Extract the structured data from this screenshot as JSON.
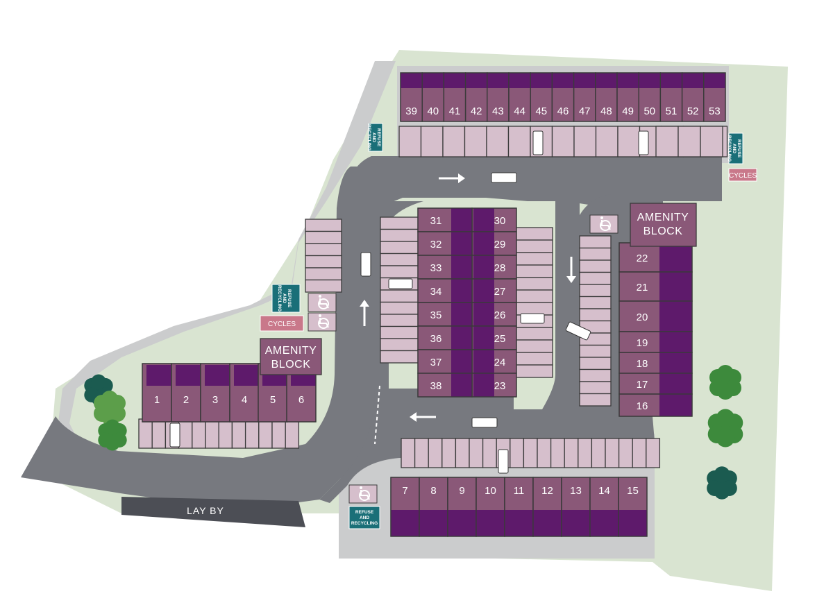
{
  "map": {
    "plots": [
      {
        "id": "plot-1",
        "label": "1"
      },
      {
        "id": "plot-2",
        "label": "2"
      },
      {
        "id": "plot-3",
        "label": "3"
      },
      {
        "id": "plot-4",
        "label": "4"
      },
      {
        "id": "plot-5",
        "label": "5"
      },
      {
        "id": "plot-6",
        "label": "6"
      },
      {
        "id": "plot-7",
        "label": "7"
      },
      {
        "id": "plot-8",
        "label": "8"
      },
      {
        "id": "plot-9",
        "label": "9"
      },
      {
        "id": "plot-10",
        "label": "10"
      },
      {
        "id": "plot-11",
        "label": "11"
      },
      {
        "id": "plot-12",
        "label": "12"
      },
      {
        "id": "plot-13",
        "label": "13"
      },
      {
        "id": "plot-14",
        "label": "14"
      },
      {
        "id": "plot-15",
        "label": "15"
      },
      {
        "id": "plot-16",
        "label": "16"
      },
      {
        "id": "plot-17",
        "label": "17"
      },
      {
        "id": "plot-18",
        "label": "18"
      },
      {
        "id": "plot-19",
        "label": "19"
      },
      {
        "id": "plot-20",
        "label": "20"
      },
      {
        "id": "plot-21",
        "label": "21"
      },
      {
        "id": "plot-22",
        "label": "22"
      },
      {
        "id": "plot-23",
        "label": "23"
      },
      {
        "id": "plot-24",
        "label": "24"
      },
      {
        "id": "plot-25",
        "label": "25"
      },
      {
        "id": "plot-26",
        "label": "26"
      },
      {
        "id": "plot-27",
        "label": "27"
      },
      {
        "id": "plot-28",
        "label": "28"
      },
      {
        "id": "plot-29",
        "label": "29"
      },
      {
        "id": "plot-30",
        "label": "30"
      },
      {
        "id": "plot-31",
        "label": "31"
      },
      {
        "id": "plot-32",
        "label": "32"
      },
      {
        "id": "plot-33",
        "label": "33"
      },
      {
        "id": "plot-34",
        "label": "34"
      },
      {
        "id": "plot-35",
        "label": "35"
      },
      {
        "id": "plot-36",
        "label": "36"
      },
      {
        "id": "plot-37",
        "label": "37"
      },
      {
        "id": "plot-38",
        "label": "38"
      },
      {
        "id": "plot-39",
        "label": "39"
      },
      {
        "id": "plot-40",
        "label": "40"
      },
      {
        "id": "plot-41",
        "label": "41"
      },
      {
        "id": "plot-42",
        "label": "42"
      },
      {
        "id": "plot-43",
        "label": "43"
      },
      {
        "id": "plot-44",
        "label": "44"
      },
      {
        "id": "plot-45",
        "label": "45"
      },
      {
        "id": "plot-46",
        "label": "46"
      },
      {
        "id": "plot-47",
        "label": "47"
      },
      {
        "id": "plot-48",
        "label": "48"
      },
      {
        "id": "plot-49",
        "label": "49"
      },
      {
        "id": "plot-50",
        "label": "50"
      },
      {
        "id": "plot-51",
        "label": "51"
      },
      {
        "id": "plot-52",
        "label": "52"
      },
      {
        "id": "plot-53",
        "label": "53"
      }
    ],
    "amenity_blocks": [
      {
        "line1": "AMENITY",
        "line2": "BLOCK"
      },
      {
        "line1": "AMENITY",
        "line2": "BLOCK"
      }
    ],
    "refuse_signs": [
      {
        "line1": "REFUSE",
        "line2": "AND",
        "line3": "RECYCLING"
      },
      {
        "line1": "REFUSE",
        "line2": "AND",
        "line3": "RECYCLING"
      },
      {
        "line1": "REFUSE",
        "line2": "AND",
        "line3": "RECYCLING"
      },
      {
        "line1": "REFUSE",
        "line2": "AND",
        "line3": "RECYCLING"
      }
    ],
    "cycle_stores": [
      {
        "label": "CYCLES"
      },
      {
        "label": "CYCLES"
      }
    ],
    "layby": {
      "label": "LAY BY"
    },
    "icons": [
      "wheelchair-icon",
      "direction-arrow-icon",
      "parked-car-icon",
      "tree-icon"
    ],
    "colors": {
      "grass": "#d9e4d1",
      "road": "#77797f",
      "pavement": "#cbcccd",
      "parking_bay": "#d6bfcc",
      "house": "#8a5878",
      "garden": "#5e1a6b",
      "signage": "#1a6f78",
      "cycles": "#c9788a",
      "tree_light": "#5c9e4a",
      "tree_dark": "#1b5b50"
    }
  }
}
